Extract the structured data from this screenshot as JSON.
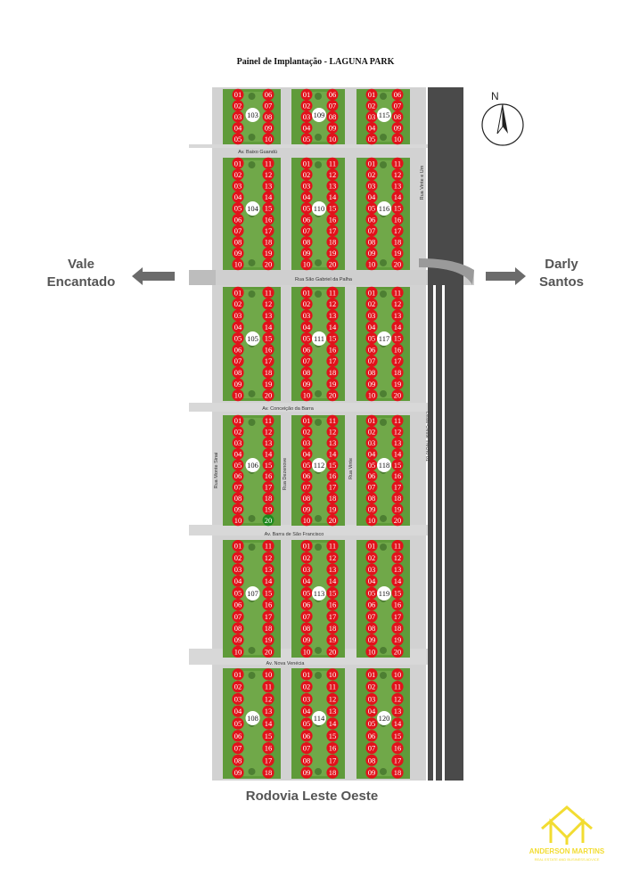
{
  "title": "Painel de Implantação - LAGUNA PARK",
  "directions": {
    "left": [
      "Vale",
      "Encantado"
    ],
    "right": [
      "Darly",
      "Santos"
    ]
  },
  "highway": "Rodovia Leste Oeste",
  "compass_letter": "N",
  "logo": {
    "name": "ANDERSON MARTINS",
    "tagline": "REAL ESTATE AND BUSINESS ADVICE"
  },
  "streets": {
    "h1": "Av. Baixo Guandú",
    "h2": "Rua São Gabriel da Palha",
    "h3": "Av. Conceição da Barra",
    "h4": "Av. Barra de São Francisco",
    "h5": "Av. Nova Venécia",
    "v_left": "Rua Monte Sinai",
    "v_mid1": "Rua Dezenove",
    "v_mid2": "Rua Vinte",
    "v_right": "Rua Vinte e Um",
    "v_far": "Leste-Oeste Trecho 01"
  },
  "blocks": [
    {
      "id": "103",
      "left": [
        "01",
        "02",
        "03",
        "04",
        "05"
      ],
      "right": [
        "06",
        "07",
        "08",
        "09",
        "10"
      ],
      "available": []
    },
    {
      "id": "109",
      "left": [
        "01",
        "02",
        "03",
        "04",
        "05"
      ],
      "right": [
        "06",
        "07",
        "08",
        "09",
        "10"
      ],
      "available": []
    },
    {
      "id": "115",
      "left": [
        "01",
        "02",
        "03",
        "04",
        "05"
      ],
      "right": [
        "06",
        "07",
        "08",
        "09",
        "10"
      ],
      "available": []
    },
    {
      "id": "104",
      "left": [
        "01",
        "02",
        "03",
        "04",
        "05",
        "06",
        "07",
        "08",
        "09",
        "10"
      ],
      "right": [
        "11",
        "12",
        "13",
        "14",
        "15",
        "16",
        "17",
        "18",
        "19",
        "20"
      ],
      "available": []
    },
    {
      "id": "110",
      "left": [
        "01",
        "02",
        "03",
        "04",
        "05",
        "06",
        "07",
        "08",
        "09",
        "10"
      ],
      "right": [
        "11",
        "12",
        "13",
        "14",
        "15",
        "16",
        "17",
        "18",
        "19",
        "20"
      ],
      "available": []
    },
    {
      "id": "116",
      "left": [
        "01",
        "02",
        "03",
        "04",
        "05",
        "06",
        "07",
        "08",
        "09",
        "10"
      ],
      "right": [
        "11",
        "12",
        "13",
        "14",
        "15",
        "16",
        "17",
        "18",
        "19",
        "20"
      ],
      "available": []
    },
    {
      "id": "105",
      "left": [
        "01",
        "02",
        "03",
        "04",
        "05",
        "06",
        "07",
        "08",
        "09",
        "10"
      ],
      "right": [
        "11",
        "12",
        "13",
        "14",
        "15",
        "16",
        "17",
        "18",
        "19",
        "20"
      ],
      "available": []
    },
    {
      "id": "111",
      "left": [
        "01",
        "02",
        "03",
        "04",
        "05",
        "06",
        "07",
        "08",
        "09",
        "10"
      ],
      "right": [
        "11",
        "12",
        "13",
        "14",
        "15",
        "16",
        "17",
        "18",
        "19",
        "20"
      ],
      "available": []
    },
    {
      "id": "117",
      "left": [
        "01",
        "02",
        "03",
        "04",
        "05",
        "06",
        "07",
        "08",
        "09",
        "10"
      ],
      "right": [
        "11",
        "12",
        "13",
        "14",
        "15",
        "16",
        "17",
        "18",
        "19",
        "20"
      ],
      "available": []
    },
    {
      "id": "106",
      "left": [
        "01",
        "02",
        "03",
        "04",
        "05",
        "06",
        "07",
        "08",
        "09",
        "10"
      ],
      "right": [
        "11",
        "12",
        "13",
        "14",
        "15",
        "16",
        "17",
        "18",
        "19",
        "20"
      ],
      "available": [
        "20"
      ]
    },
    {
      "id": "112",
      "left": [
        "01",
        "02",
        "03",
        "04",
        "05",
        "06",
        "07",
        "08",
        "09",
        "10"
      ],
      "right": [
        "11",
        "12",
        "13",
        "14",
        "15",
        "16",
        "17",
        "18",
        "19",
        "20"
      ],
      "available": []
    },
    {
      "id": "118",
      "left": [
        "01",
        "02",
        "03",
        "04",
        "05",
        "06",
        "07",
        "08",
        "09",
        "10"
      ],
      "right": [
        "11",
        "12",
        "13",
        "14",
        "15",
        "16",
        "17",
        "18",
        "19",
        "20"
      ],
      "available": []
    },
    {
      "id": "107",
      "left": [
        "01",
        "02",
        "03",
        "04",
        "05",
        "06",
        "07",
        "08",
        "09",
        "10"
      ],
      "right": [
        "11",
        "12",
        "13",
        "14",
        "15",
        "16",
        "17",
        "18",
        "19",
        "20"
      ],
      "available": []
    },
    {
      "id": "113",
      "left": [
        "01",
        "02",
        "03",
        "04",
        "05",
        "06",
        "07",
        "08",
        "09",
        "10"
      ],
      "right": [
        "11",
        "12",
        "13",
        "14",
        "15",
        "16",
        "17",
        "18",
        "19",
        "20"
      ],
      "available": []
    },
    {
      "id": "119",
      "left": [
        "01",
        "02",
        "03",
        "04",
        "05",
        "06",
        "07",
        "08",
        "09",
        "10"
      ],
      "right": [
        "11",
        "12",
        "13",
        "14",
        "15",
        "16",
        "17",
        "18",
        "19",
        "20"
      ],
      "available": []
    },
    {
      "id": "108",
      "left": [
        "01",
        "02",
        "03",
        "04",
        "05",
        "06",
        "07",
        "08",
        "09"
      ],
      "right": [
        "10",
        "11",
        "12",
        "13",
        "14",
        "15",
        "16",
        "17",
        "18"
      ],
      "available": []
    },
    {
      "id": "114",
      "left": [
        "01",
        "02",
        "03",
        "04",
        "05",
        "06",
        "07",
        "08",
        "09"
      ],
      "right": [
        "10",
        "11",
        "12",
        "13",
        "14",
        "15",
        "16",
        "17",
        "18"
      ],
      "available": []
    },
    {
      "id": "120",
      "left": [
        "01",
        "02",
        "03",
        "04",
        "05",
        "06",
        "07",
        "08",
        "09"
      ],
      "right": [
        "10",
        "11",
        "12",
        "13",
        "14",
        "15",
        "16",
        "17",
        "18"
      ],
      "available": []
    }
  ],
  "colors": {
    "sold": "#e1121b",
    "available": "#1f8a1f",
    "lawn": "#5f9b3a",
    "lawn_light": "#7db356",
    "road": "#d2d2d2",
    "highway": "#4a4a4a",
    "arrow": "#6b6b6b",
    "logo": "#f0d400"
  }
}
